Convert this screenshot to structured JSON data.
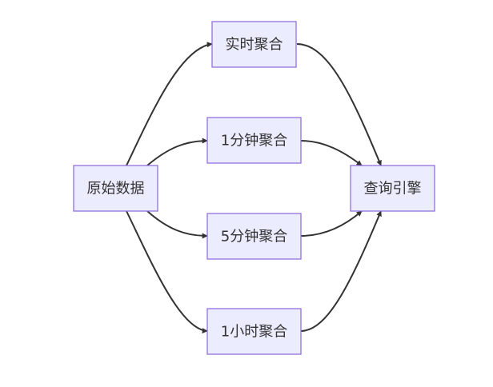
{
  "nodes": {
    "source": {
      "label": "原始数据"
    },
    "realtime": {
      "label": "实时聚合"
    },
    "min1": {
      "label": "1分钟聚合"
    },
    "min5": {
      "label": "5分钟聚合"
    },
    "hour1": {
      "label": "1小时聚合"
    },
    "engine": {
      "label": "查询引擎"
    }
  },
  "edges": [
    {
      "from": "source",
      "to": "realtime"
    },
    {
      "from": "source",
      "to": "min1"
    },
    {
      "from": "source",
      "to": "min5"
    },
    {
      "from": "source",
      "to": "hour1"
    },
    {
      "from": "realtime",
      "to": "engine"
    },
    {
      "from": "min1",
      "to": "engine"
    },
    {
      "from": "min5",
      "to": "engine"
    },
    {
      "from": "hour1",
      "to": "engine"
    }
  ],
  "colors": {
    "node_fill": "#ECECFF",
    "node_stroke": "#9370DB",
    "edge": "#333333",
    "text": "#333333"
  }
}
